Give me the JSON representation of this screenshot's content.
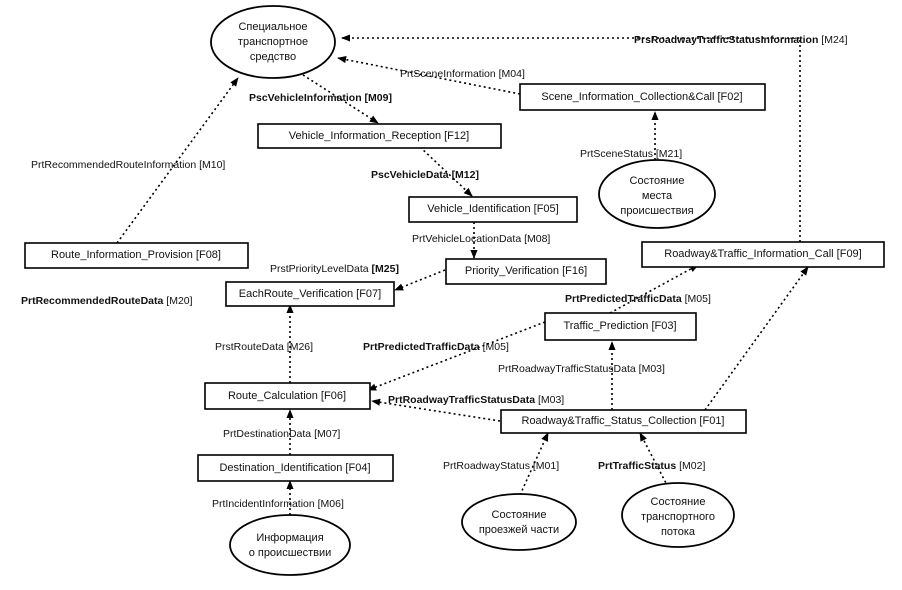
{
  "entities": {
    "special_vehicle": [
      "Специальное",
      "транспортное",
      "средство"
    ],
    "scene_state": [
      "Состояние",
      "места",
      "происшествия"
    ],
    "incident_info": [
      "Информация",
      "о происшествии"
    ],
    "road_state": [
      "Состояние",
      "проезжей части"
    ],
    "traffic_state": [
      "Состояние",
      "транспортного",
      "потока"
    ]
  },
  "functions": {
    "f02": "Scene_Information_Collection&Call [F02]",
    "f12": "Vehicle_Information_Reception [F12]",
    "f05": "Vehicle_Identification [F05]",
    "f08": "Route_Information_Provision [F08]",
    "f16": "Priority_Verification [F16]",
    "f09": "Roadway&Traffic_Information_Call [F09]",
    "f07": "EachRoute_Verification [F07]",
    "f03": "Traffic_Prediction [F03]",
    "f06": "Route_Calculation [F06]",
    "f01": "Roadway&Traffic_Status_Collection [F01]",
    "f04": "Destination_Identification [F04]"
  },
  "flows": {
    "m24": {
      "name": "PrsRoadwayTrafficStatusInformation",
      "code": "[M24]"
    },
    "m04": {
      "name": "PrtSceneInformation",
      "code": "[M04]"
    },
    "m09": {
      "name": "PscVehicleInformation",
      "code": "[M09]"
    },
    "m10": {
      "name": "PrtRecommendedRouteInformation",
      "code": "[M10]"
    },
    "m21": {
      "name": "PrtSceneStatus",
      "code": "[M21]"
    },
    "m12": {
      "name": "PscVehicleData",
      "code": "[M12]"
    },
    "m08": {
      "name": "PrtVehicleLocationData",
      "code": "[M08]"
    },
    "m25": {
      "name": "PrstPriorityLevelData",
      "code": "[M25]"
    },
    "m20": {
      "name": "PrtRecommendedRouteData",
      "code": "[M20]"
    },
    "m05a": {
      "name": "PrtPredictedTrafficData",
      "code": "[M05]"
    },
    "m26": {
      "name": "PrstRouteData",
      "code": "[M26]"
    },
    "m05b": {
      "name": "PrtPredictedTrafficData",
      "code": "[M05]"
    },
    "m03a": {
      "name": "PrtRoadwayTrafficStatusData",
      "code": "[M03]"
    },
    "m03b": {
      "name": "PrtRoadwayTrafficStatusData",
      "code": "[M03]"
    },
    "m07": {
      "name": "PrtDestinationData",
      "code": "[M07]"
    },
    "m01": {
      "name": "PrtRoadwayStatus",
      "code": "[M01]"
    },
    "m02": {
      "name": "PrtTrafficStatus",
      "code": "[M02]"
    },
    "m06": {
      "name": "PrtIncidentInformation",
      "code": "[M06]"
    }
  }
}
